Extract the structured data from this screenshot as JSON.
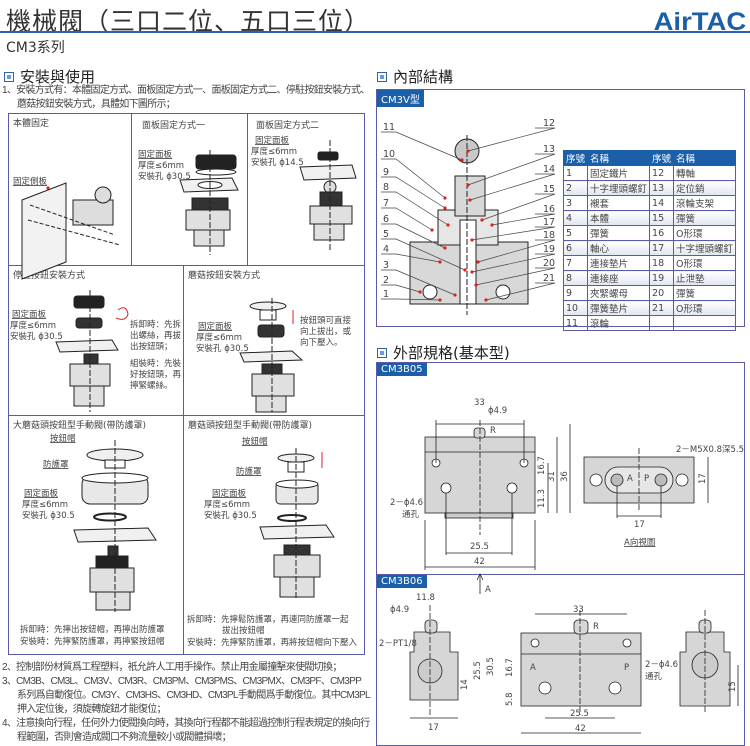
{
  "header": {
    "title": "機械閥（三口二位、五口三位）",
    "logo": "AirTAC",
    "series": "CM3系列"
  },
  "install": {
    "heading": "安裝與使用",
    "intro": "1、安裝方式有：本體固定方式、面板固定方式一、面板固定方式二、停駐按鈕安裝方式、",
    "intro2": "蘑菇按鈕安裝方式，具體如下圖所示；",
    "panels": {
      "body_fix": {
        "title": "本體固定",
        "label": "固定側板"
      },
      "panel1": {
        "title": "面板固定方式一",
        "label": "固定面板",
        "thick": "厚度≤6mm",
        "hole": "安裝孔 ϕ30.5"
      },
      "panel2": {
        "title": "面板固定方式二",
        "label": "固定面板",
        "thick": "厚度≤6mm",
        "hole": "安裝孔 ϕ14.5"
      },
      "park": {
        "title": "停駐按鈕安裝方式",
        "label": "固定面板",
        "thick": "厚度≤6mm",
        "hole": "安裝孔 ϕ30.5",
        "remove": [
          "拆卸時：先拆",
          "出螺絲，再拔",
          "出按鈕頭；"
        ],
        "assemble": [
          "組裝時：先裝",
          "好按鈕頭，再",
          "擰緊螺絲。"
        ]
      },
      "mushroom": {
        "title": "蘑菇按鈕安裝方式",
        "label": "固定面板",
        "thick": "厚度≤6mm",
        "hole": "安裝孔 ϕ30.5",
        "note": [
          "按鈕頭可直接",
          "向上拔出，或",
          "向下壓入。"
        ]
      },
      "big_mushroom": {
        "title": "大蘑菇頭按鈕型手動閥(帶防護罩)",
        "cap": "按鈕帽",
        "cover": "防護罩",
        "label": "固定面板",
        "thick": "厚度≤6mm",
        "hole": "安裝孔 ϕ30.5",
        "remove": "拆卸時：先擰出按鈕帽，再擰出防護罩",
        "assemble": "安裝時：先擰緊防護罩，再擰緊按鈕帽"
      },
      "mushroom_cover": {
        "title": "蘑菇頭按鈕型手動閥(帶防護罩)",
        "cap": "按鈕帽",
        "cover": "防護罩",
        "label": "固定面板",
        "thick": "厚度≤6mm",
        "hole": "安裝孔 ϕ30.5",
        "remove": "拆卸時：先擰鬆防護罩，再連同防護罩一起",
        "remove2": "拔出按鈕帽",
        "assemble": "安裝時：先擰緊防護罩，再將按鈕帽向下壓入"
      }
    },
    "notes": [
      "2、控制部份材質爲工程塑料，衹允許人工用手操作。禁止用金屬撞擊來使閥切換；",
      "3、CM3B、CM3L、CM3V、CM3R、CM3PM、CM3PMS、CM3PMX、CM3PF、CM3PP",
      "系列爲自動復位。CM3Y、CM3HS、CM3HD、CM3PL手動閥爲手動復位。其中CM3PL",
      "押入定位後，須旋轉旋鈕才能復位；",
      "4、注意換向行程，任何外力使閥換向時，其換向行程都不能超過控制行程表規定的換向行",
      "程範圍，否則會造成閥口不夠流量較小或閥體損壞；"
    ]
  },
  "internal": {
    "heading": "內部結構",
    "model": "CM3V型",
    "callouts": [
      "1",
      "2",
      "3",
      "4",
      "5",
      "6",
      "7",
      "8",
      "9",
      "10",
      "11",
      "12",
      "13",
      "14",
      "15",
      "16",
      "17",
      "18",
      "19",
      "20",
      "21"
    ],
    "table_headers": [
      "序號",
      "名稱",
      "序號",
      "名稱"
    ],
    "rows": [
      [
        "1",
        "固定鐵片",
        "12",
        "轉軸"
      ],
      [
        "2",
        "十字埋頭螺釘",
        "13",
        "定位銷"
      ],
      [
        "3",
        "襯套",
        "14",
        "滾輪支架"
      ],
      [
        "4",
        "本體",
        "15",
        "彈簧"
      ],
      [
        "5",
        "彈簧",
        "16",
        "O形環"
      ],
      [
        "6",
        "軸心",
        "17",
        "十字埋頭螺釘"
      ],
      [
        "7",
        "連接墊片",
        "18",
        "O形環"
      ],
      [
        "8",
        "連接座",
        "19",
        "止泄墊"
      ],
      [
        "9",
        "夾緊螺母",
        "20",
        "彈簧"
      ],
      [
        "10",
        "彈簧墊片",
        "21",
        "O形環"
      ],
      [
        "11",
        "滾輪",
        "",
        ""
      ]
    ]
  },
  "external": {
    "heading": "外部規格(基本型)",
    "b05": {
      "model": "CM3B05",
      "d33": "33",
      "d49": "ϕ4.9",
      "R": "R",
      "d167": "16.7",
      "d31": "31",
      "d36": "36",
      "d113": "11.3",
      "hole": "2－ϕ4.6",
      "thru": "通孔",
      "d255": "25.5",
      "d42": "42",
      "A": "A",
      "port": "2－M5X0.8深5.5",
      "d17v": "17",
      "d17h": "17",
      "pA": "A",
      "pP": "P",
      "view": "A向視圖"
    },
    "b06": {
      "model": "CM3B06",
      "d118": "11.8",
      "d49": "ϕ4.9",
      "pt": "2－PT1/8",
      "d14": "14",
      "d255v": "25.5",
      "d305": "30.5",
      "d17": "17",
      "d33": "33",
      "R": "R",
      "d167": "16.7",
      "d58": "5.8",
      "A": "A",
      "P": "P",
      "hole": "2－ϕ4.6",
      "thru": "通孔",
      "d255": "25.5",
      "d42": "42",
      "d15": "15"
    }
  },
  "colors": {
    "accent": "#1a5fa8",
    "border": "#5a5aa8",
    "body": "#d6d6d6",
    "marker": "#e02020"
  }
}
